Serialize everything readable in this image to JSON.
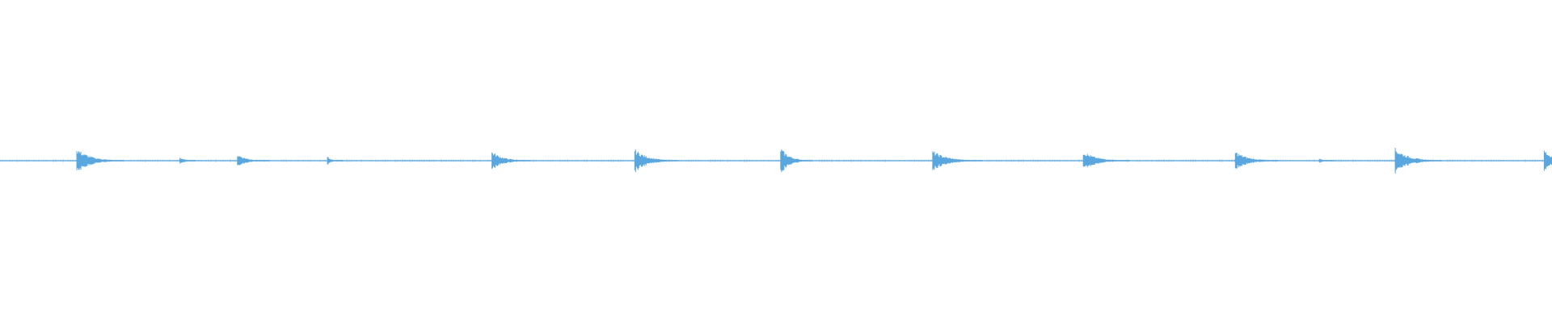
{
  "waveform": {
    "color": "#5aa7e0",
    "baseline_color": "#6cb2e6",
    "background": "#ffffff",
    "duration_fraction_markers": [],
    "bursts": [
      {
        "at": 0.0495,
        "amplitude": 0.04,
        "decay": 0.03
      },
      {
        "at": 0.116,
        "amplitude": 0.012,
        "decay": 0.01
      },
      {
        "at": 0.153,
        "amplitude": 0.022,
        "decay": 0.02
      },
      {
        "at": 0.211,
        "amplitude": 0.013,
        "decay": 0.01
      },
      {
        "at": 0.317,
        "amplitude": 0.03,
        "decay": 0.025
      },
      {
        "at": 0.409,
        "amplitude": 0.038,
        "decay": 0.028
      },
      {
        "at": 0.503,
        "amplitude": 0.042,
        "decay": 0.02
      },
      {
        "at": 0.601,
        "amplitude": 0.032,
        "decay": 0.032
      },
      {
        "at": 0.698,
        "amplitude": 0.03,
        "decay": 0.03
      },
      {
        "at": 0.796,
        "amplitude": 0.03,
        "decay": 0.028
      },
      {
        "at": 0.85,
        "amplitude": 0.008,
        "decay": 0.01
      },
      {
        "at": 0.899,
        "amplitude": 0.04,
        "decay": 0.03
      },
      {
        "at": 0.995,
        "amplitude": 0.036,
        "decay": 0.02
      }
    ]
  }
}
